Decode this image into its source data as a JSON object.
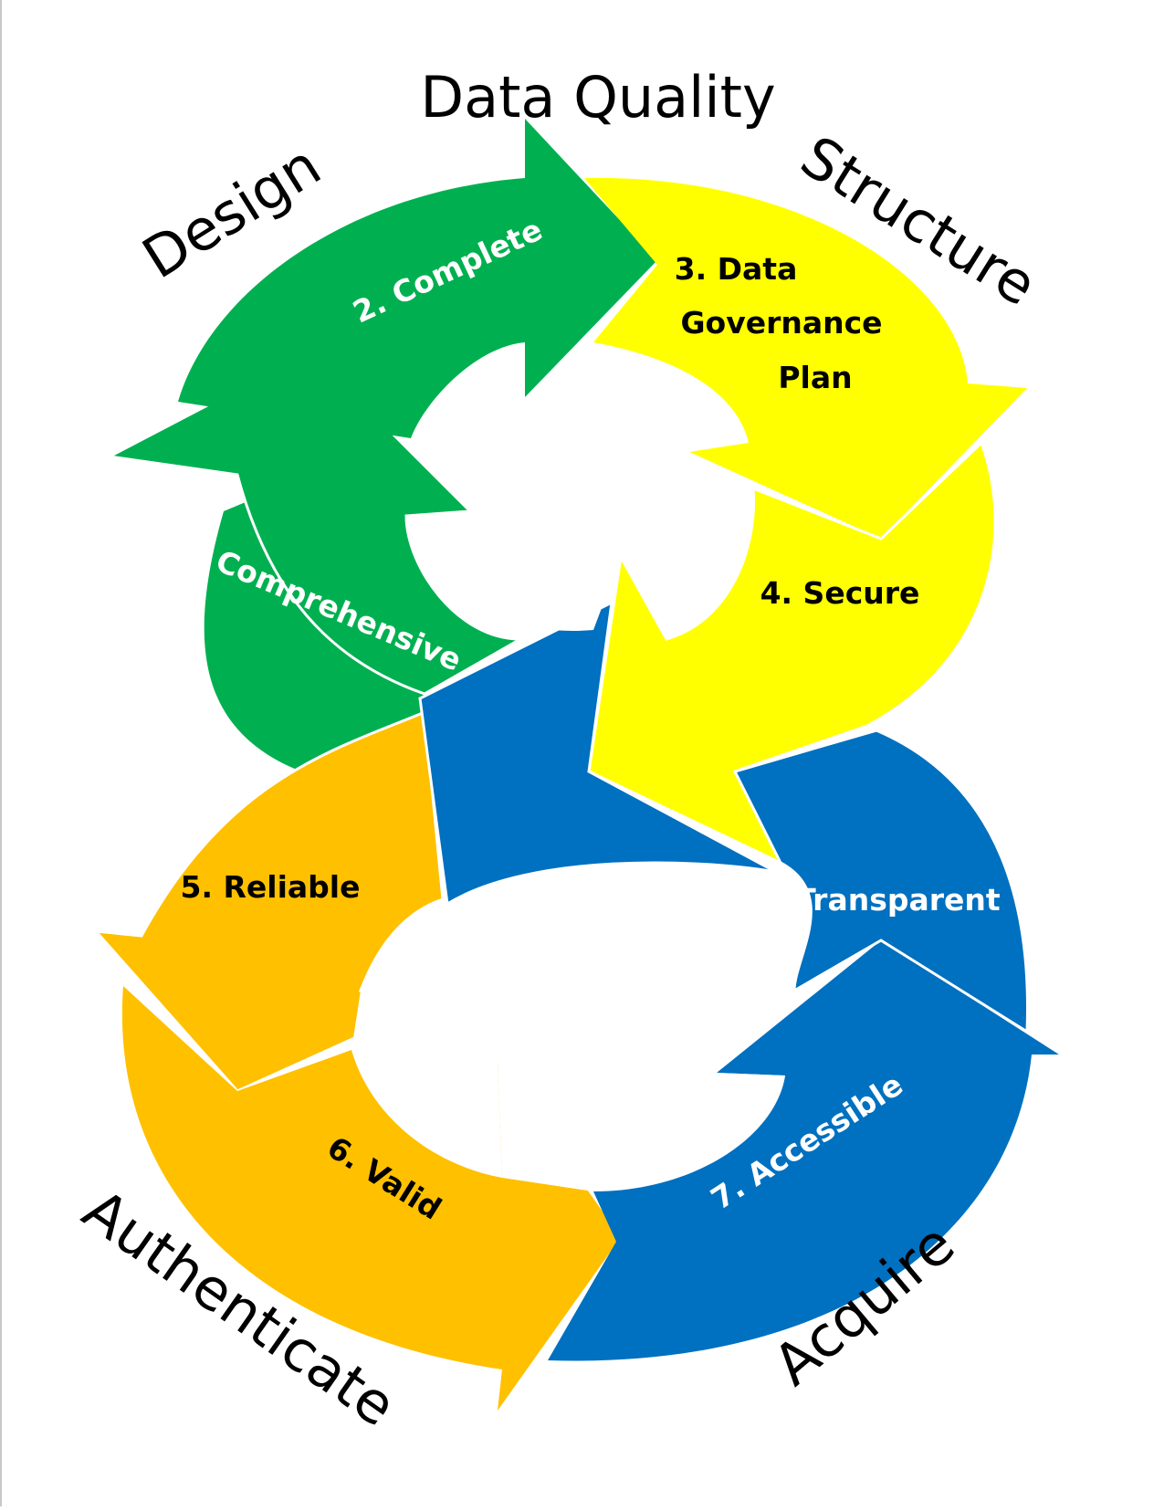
{
  "diagram": {
    "title": "Data Quality",
    "phases": {
      "design": "Design",
      "structure": "Structure",
      "authenticate": "Authenticate",
      "acquire": "Acquire"
    },
    "steps": {
      "s1": "1.  Comprehensive",
      "s2": "2. Complete",
      "s3_line1": "3. Data",
      "s3_line2": "Governance",
      "s3_line3": "Plan",
      "s4": "4. Secure",
      "s5": "5. Reliable",
      "s6": "6. Valid",
      "s7": "7. Accessible",
      "s8": "8. Transparent"
    },
    "colors": {
      "green": "#00b050",
      "yellow": "#ffff00",
      "orange": "#ffc000",
      "blue": "#0070c0",
      "label_light": "#ffffff",
      "label_dark": "#000000",
      "heading": "#000000"
    }
  }
}
